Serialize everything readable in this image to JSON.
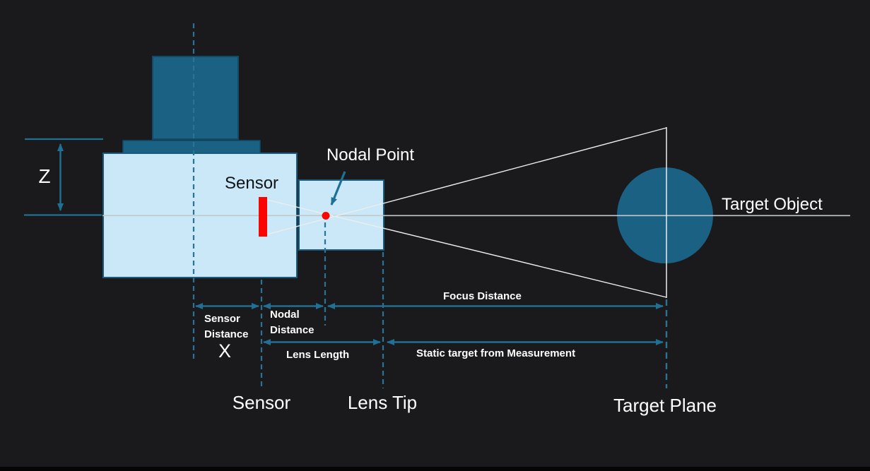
{
  "slide": {
    "background_color": "#1a1a1c",
    "labels": {
      "z": "Z",
      "sensor_internal": "Sensor",
      "nodal_point": "Nodal Point",
      "target_object": "Target Object",
      "sensor_distance": "Sensor\nDistance",
      "sensor_distance_variable": "X",
      "nodal_distance": "Nodal\nDistance",
      "lens_length": "Lens Length",
      "focus_distance": "Focus Distance",
      "static_target": "Static target from Measurement",
      "sensor_axis": "Sensor",
      "lens_tip": "Lens Tip",
      "target_plane": "Target Plane"
    },
    "colors": {
      "accent_teal": "#1f7094",
      "dashed_teal": "#2a7296",
      "shape_dark_teal": "#1a6183",
      "shape_dark_teal_border": "#114b68",
      "camera_light_blue": "#cae8f7",
      "camera_border": "#1c5a7c",
      "sensor_red": "#fb0500",
      "line_white": "#ededee",
      "axis_gray": "#c2c7c9",
      "text_white": "#ffffff",
      "text_dark": "#101417"
    }
  }
}
